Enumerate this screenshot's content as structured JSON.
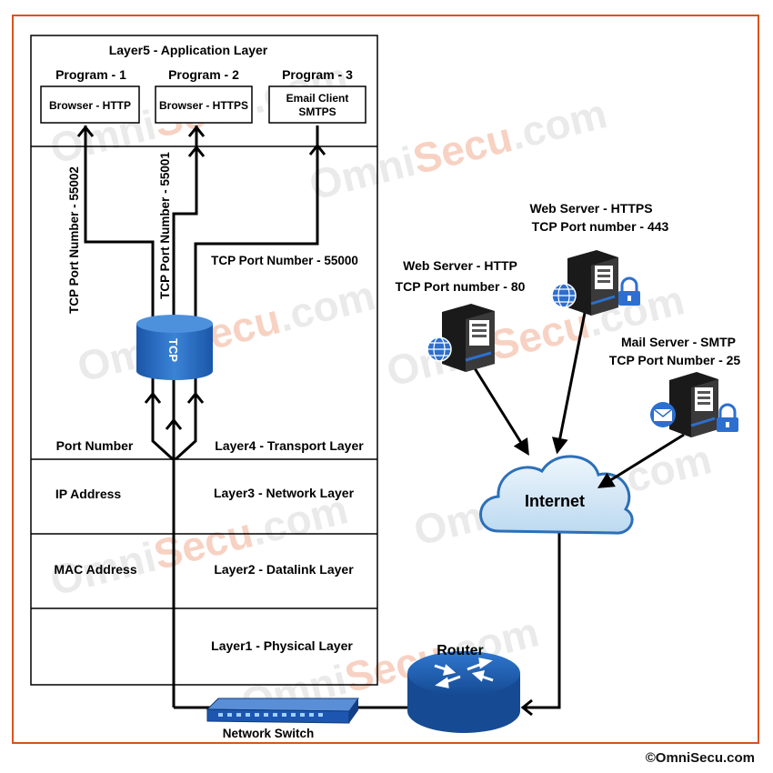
{
  "layers": {
    "l5": "Layer5 - Application Layer",
    "l4": "Layer4 - Transport Layer",
    "l3": "Layer3 - Network Layer",
    "l2": "Layer2 - Datalink Layer",
    "l1": "Layer1 - Physical Layer"
  },
  "addresses": {
    "port": "Port Number",
    "ip": "IP Address",
    "mac": "MAC Address"
  },
  "programs": [
    {
      "title": "Program - 1",
      "app": "Browser - HTTP"
    },
    {
      "title": "Program - 2",
      "app": "Browser - HTTPS"
    },
    {
      "title": "Program - 3",
      "app_line1": "Email Client",
      "app_line2": "SMTPS"
    }
  ],
  "ports": {
    "p55002": "TCP Port Number - 55002",
    "p55001": "TCP Port Number - 55001",
    "p55000": "TCP Port Number - 55000"
  },
  "tcp_label": "TCP",
  "servers": {
    "http_name": "Web Server - HTTP",
    "http_port": "TCP Port number - 80",
    "https_name": "Web Server - HTTPS",
    "https_port": "TCP Port number - 443",
    "mail_name": "Mail Server - SMTP",
    "mail_port": "TCP Port Number - 25"
  },
  "internet_label": "Internet",
  "router_label": "Router",
  "switch_label": "Network Switch",
  "watermark": {
    "part1": "Omni",
    "part2": "Secu",
    "part3": ".com"
  },
  "copyright": "©OmniSecu.com",
  "colors": {
    "frame": "#d9531e",
    "tcp": "#1e63b8",
    "cloud": "#d6e9f7",
    "router": "#1f5fb2"
  }
}
